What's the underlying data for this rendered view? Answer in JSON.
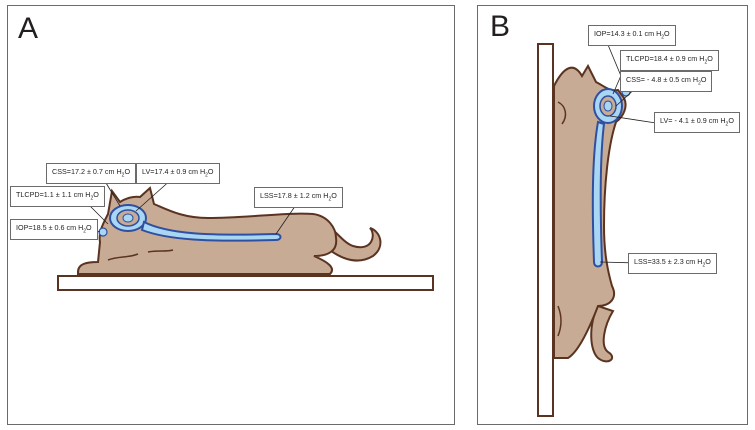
{
  "panel_a": {
    "letter": "A",
    "labels": {
      "css": {
        "pre": "CSS=17.2 ± 0.7 cm H",
        "sub": "2",
        "post": "O"
      },
      "lv": {
        "pre": "LV=17.4 ± 0.9 cm H",
        "sub": "2",
        "post": "O"
      },
      "tlcpd": {
        "pre": "TLCPD=1.1 ± 1.1 cm H",
        "sub": "2",
        "post": "O"
      },
      "iop": {
        "pre": "IOP=18.5 ± 0.6 cm H",
        "sub": "2",
        "post": "O"
      },
      "lss": {
        "pre": "LSS=17.8 ± 1.2 cm H",
        "sub": "2",
        "post": "O"
      }
    }
  },
  "panel_b": {
    "letter": "B",
    "labels": {
      "iop": {
        "pre": "IOP=14.3 ± 0.1 cm H",
        "sub": "2",
        "post": "O"
      },
      "tlcpd": {
        "pre": "TLCPD=18.4 ± 0.9 cm H",
        "sub": "2",
        "post": "O"
      },
      "css": {
        "pre": "CSS= - 4.8 ± 0.5 cm H",
        "sub": "2",
        "post": "O"
      },
      "lv": {
        "pre": "LV= - 4.1 ± 0.9 cm H",
        "sub": "2",
        "post": "O"
      },
      "lss": {
        "pre": "LSS=33.5 ± 2.3 cm H",
        "sub": "2",
        "post": "O"
      }
    }
  },
  "colors": {
    "cat_fill": "#c8ab95",
    "cat_outline": "#5b3421",
    "csf_blue": "#2f4fa0",
    "csf_light": "#a9d6f2",
    "board": "#5b3421"
  }
}
